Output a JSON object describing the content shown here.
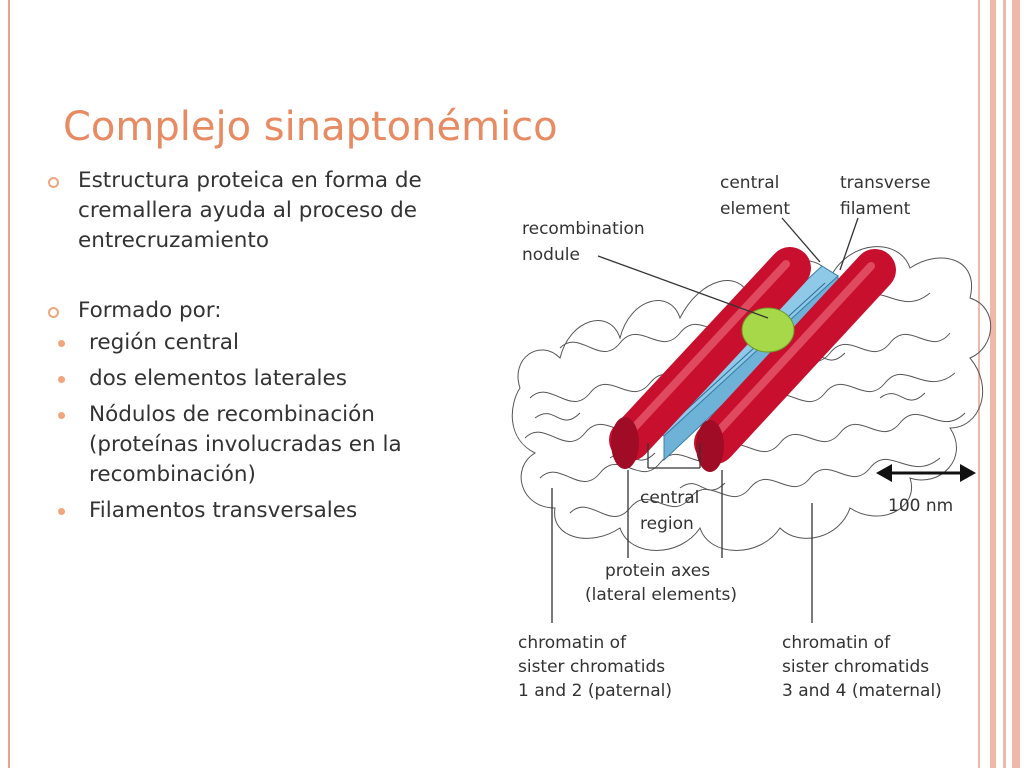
{
  "slide": {
    "title": "Complejo sinaptonémico",
    "bullets": [
      {
        "text": "Estructura proteica en forma de cremallera ayuda al proceso de entrecruzamiento"
      },
      {
        "text": "Formado por:",
        "subitems": [
          "región central",
          "dos elementos laterales",
          "Nódulos de recombinación (proteínas involucradas en la recombinación)",
          "Filamentos transversales"
        ]
      }
    ]
  },
  "figure": {
    "labels": {
      "central_element": [
        "central",
        "element"
      ],
      "transverse_filament": [
        "transverse",
        "filament"
      ],
      "recombination_nodule": [
        "recombination",
        "nodule"
      ],
      "central_region": [
        "central",
        "region"
      ],
      "protein_axes": [
        "protein axes",
        "(lateral elements)"
      ],
      "chromatin_paternal": [
        "chromatin of",
        "sister chromatids",
        "1 and 2 (paternal)"
      ],
      "chromatin_maternal": [
        "chromatin of",
        "sister chromatids",
        "3 and 4 (maternal)"
      ],
      "scale": "100 nm"
    }
  },
  "colors": {
    "accent": "#e88a62",
    "bullet": "#f0a57c",
    "border": "#f0b8a6",
    "axis_red": "#c8102e",
    "central_blue": "#8ec9e8",
    "nodule_green": "#a6d84a"
  }
}
